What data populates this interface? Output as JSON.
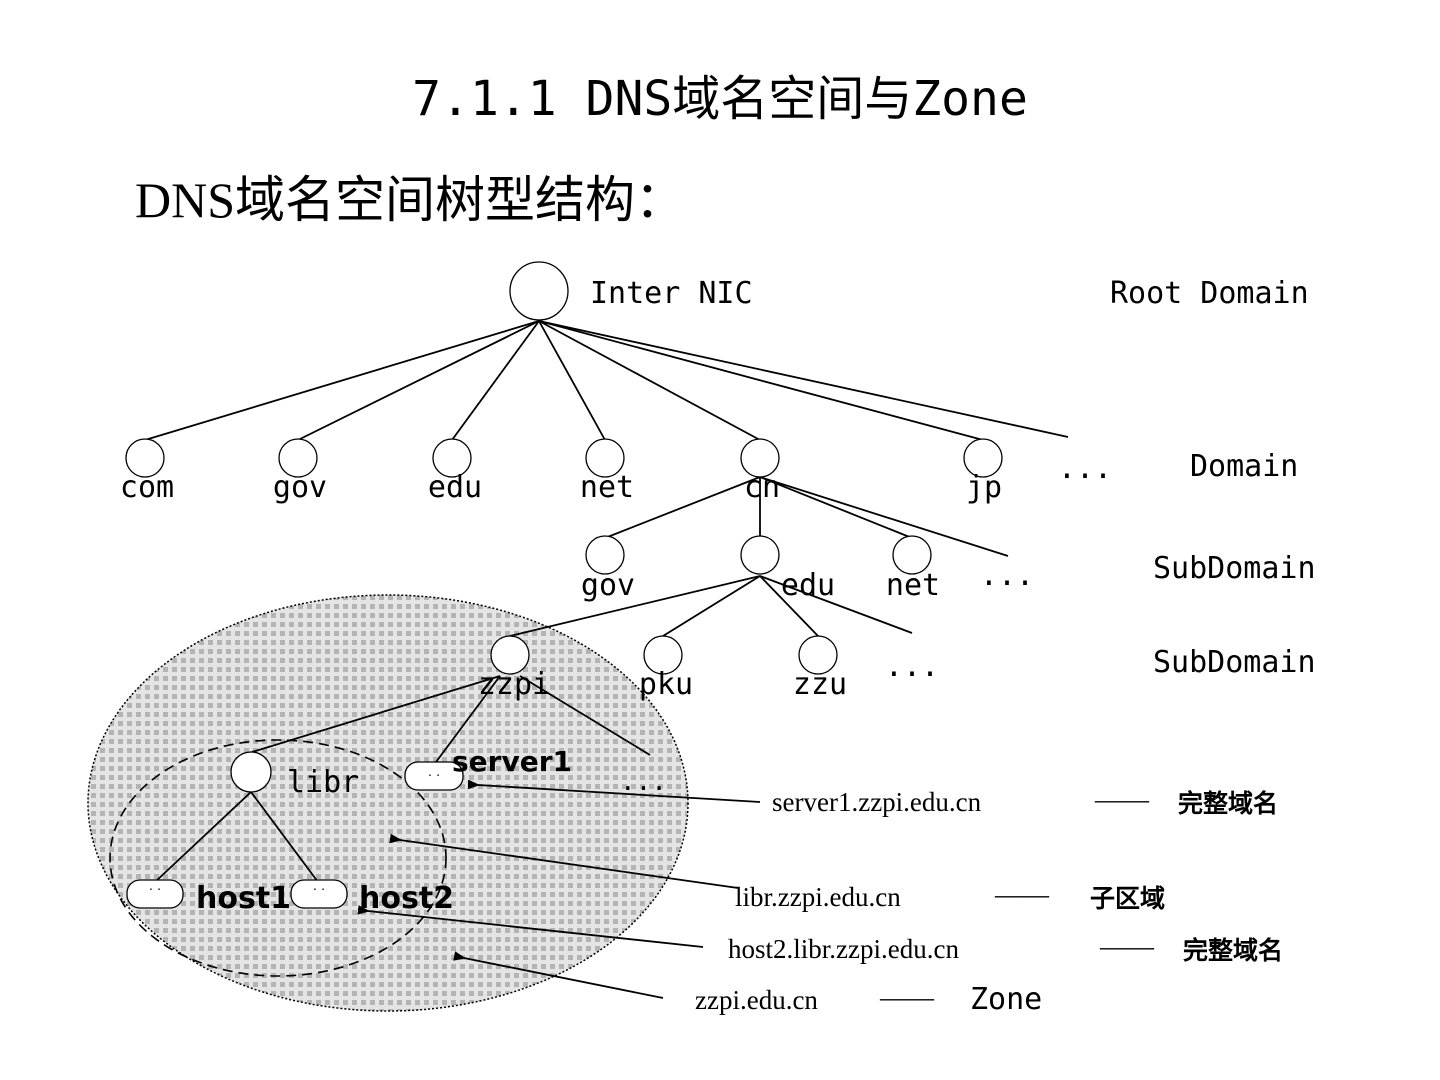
{
  "title": "7.1.1 DNS域名空间与Zone",
  "subtitle": "DNS域名空间树型结构：",
  "root": {
    "label": "Inter NIC",
    "level": "Root Domain"
  },
  "domains": [
    "com",
    "gov",
    "edu",
    "net",
    "cn",
    "jp"
  ],
  "domain_ellipsis": "...",
  "domain_level": "Domain",
  "cn_subdomains": [
    "gov",
    "edu",
    "net"
  ],
  "cn_ellipsis": "...",
  "subdomain_level_1": "SubDomain",
  "edu_subdomains": [
    "zzpi",
    "pku",
    "zzu"
  ],
  "edu_ellipsis": "...",
  "subdomain_level_2": "SubDomain",
  "zzpi_children": {
    "libr": "libr",
    "server": "server1",
    "ellipsis": "..."
  },
  "hosts": [
    "host1",
    "host2"
  ],
  "annotations": [
    {
      "name": "server1.zzpi.edu.cn",
      "dash": "——",
      "meaning": "完整域名"
    },
    {
      "name": "libr.zzpi.edu.cn",
      "dash": "——",
      "meaning": "子区域"
    },
    {
      "name": "host2.libr.zzpi.edu.cn",
      "dash": "——",
      "meaning": "完整域名"
    },
    {
      "name": "zzpi.edu.cn",
      "dash": "——",
      "meaning": "Zone"
    }
  ]
}
